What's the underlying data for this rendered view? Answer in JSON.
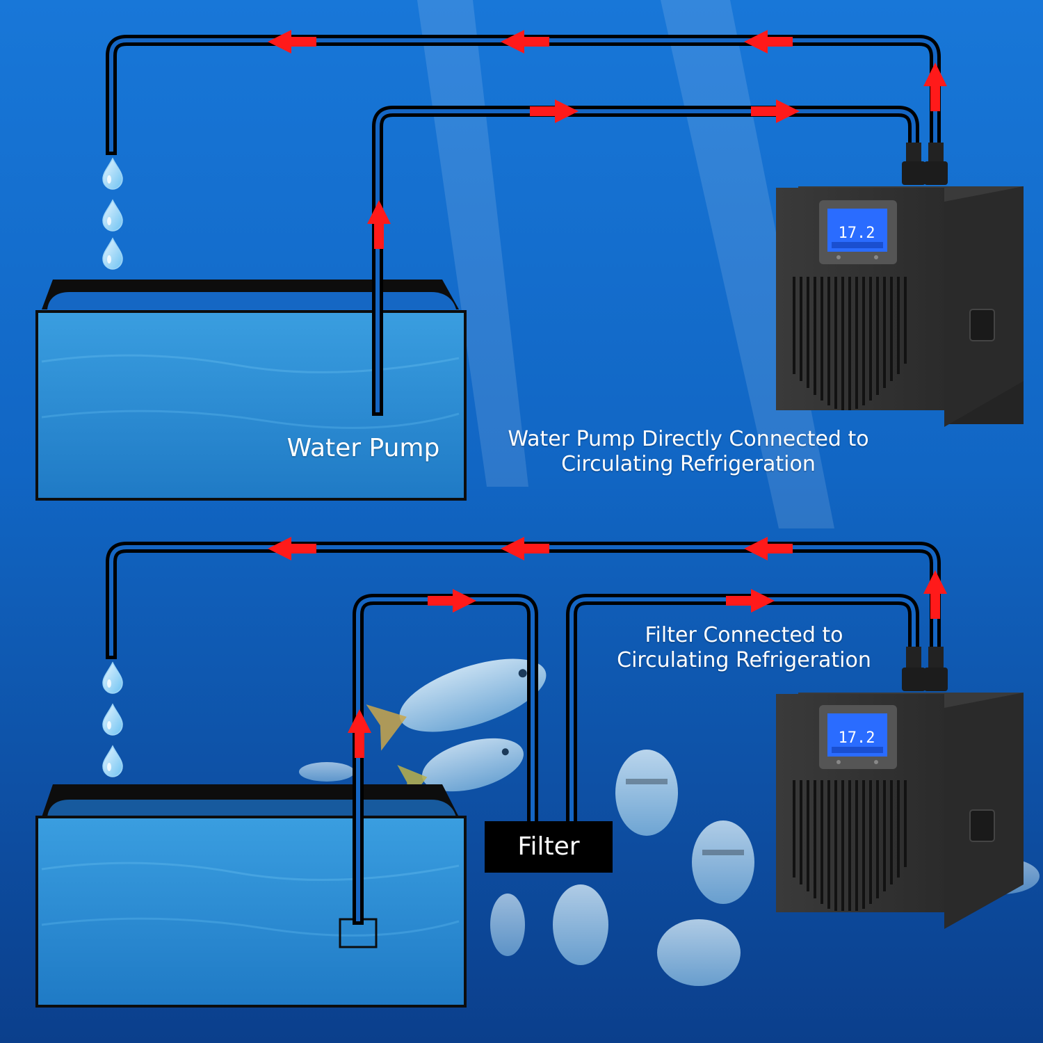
{
  "colors": {
    "background_top": "#1565c8",
    "background_bottom": "#0a3f8f",
    "water": "#2e8fd6",
    "pipe": "#000000",
    "flow_arrow": "#ff1a1a",
    "chiller_body": "#2f2f2f",
    "chiller_screen": "#2a6cff"
  },
  "labels": {
    "water_pump": "Water Pump",
    "direct_setup_caption_line1": "Water Pump Directly Connected to",
    "direct_setup_caption_line2": "Circulating Refrigeration",
    "filter_setup_caption_line1": "Filter Connected to",
    "filter_setup_caption_line2": "Circulating Refrigeration",
    "filter": "Filter"
  },
  "chiller_display": {
    "temperature": "17.2"
  },
  "icons": [
    "water-drop-icon",
    "flow-arrow-icon"
  ]
}
